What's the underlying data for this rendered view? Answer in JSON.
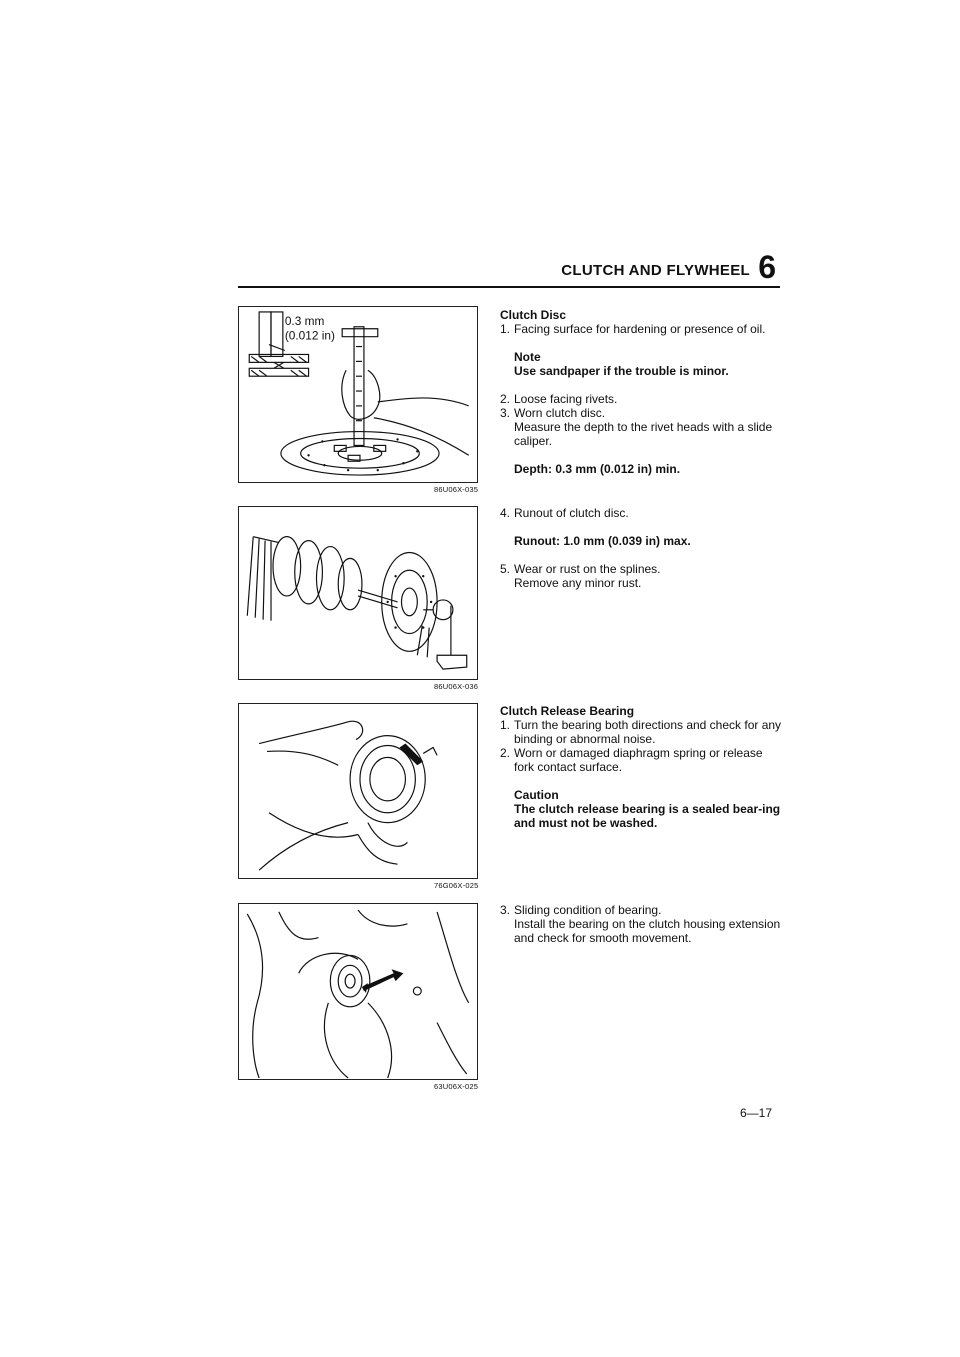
{
  "header": {
    "title": "CLUTCH AND FLYWHEEL",
    "section_number": "6"
  },
  "figures": [
    {
      "code": "86U06X-035",
      "measure_mm": "0.3 mm",
      "measure_in": "(0.012 in)"
    },
    {
      "code": "86U06X-036"
    },
    {
      "code": "76G06X-025"
    },
    {
      "code": "63U06X-025"
    }
  ],
  "clutch_disc": {
    "heading": "Clutch Disc",
    "item1_num": "1.",
    "item1": "Facing surface for hardening or presence of oil.",
    "note_label": "Note",
    "note_text": "Use sandpaper if the trouble is minor.",
    "item2_num": "2.",
    "item2": "Loose facing rivets.",
    "item3_num": "3.",
    "item3": "Worn clutch disc.",
    "item3_detail": "Measure the depth to the rivet heads with a slide caliper.",
    "depth_spec": "Depth: 0.3 mm (0.012 in) min.",
    "item4_num": "4.",
    "item4": "Runout of clutch disc.",
    "runout_spec": "Runout: 1.0 mm (0.039 in) max.",
    "item5_num": "5.",
    "item5": "Wear or rust on the splines.",
    "item5_detail": "Remove any minor rust."
  },
  "release_bearing": {
    "heading": "Clutch Release Bearing",
    "item1_num": "1.",
    "item1": "Turn the bearing both directions and check for any binding or abnormal noise.",
    "item2_num": "2.",
    "item2": "Worn or damaged diaphragm spring or release fork contact surface.",
    "caution_label": "Caution",
    "caution_text": "The clutch release bearing is a sealed bear-ing and must not be washed.",
    "item3_num": "3.",
    "item3": "Sliding condition of bearing.",
    "item3_detail": "Install the bearing on the clutch housing extension and check for smooth movement."
  },
  "footer": {
    "page": "6—17"
  }
}
